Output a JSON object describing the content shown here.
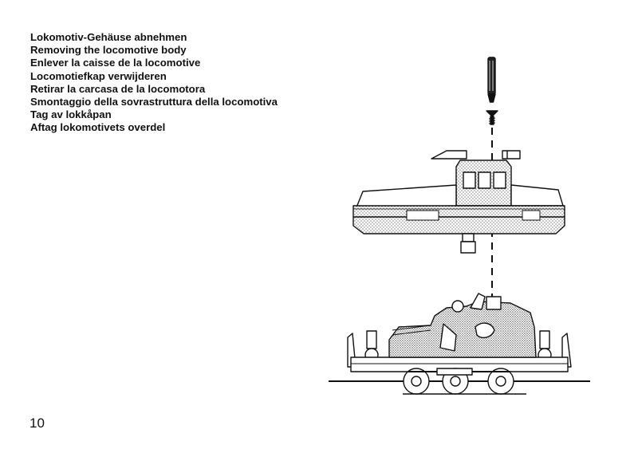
{
  "instructions": [
    "Lokomotiv-Gehäuse abnehmen",
    "Removing the locomotive body",
    "Enlever la caisse de la locomotive",
    "Locomotiefkap verwijderen",
    "Retirar la carcasa de la locomotora",
    "Smontaggio della sovrastruttura della locomotiva",
    "Tag av lokkåpan",
    "Aftag lokomotivets overdel"
  ],
  "page_number": "10",
  "illustration": {
    "type": "technical line drawing",
    "elements": [
      "screwdriver-icon",
      "screw-icon",
      "locomotive-body",
      "locomotive-chassis"
    ],
    "ink_color": "#111111"
  }
}
